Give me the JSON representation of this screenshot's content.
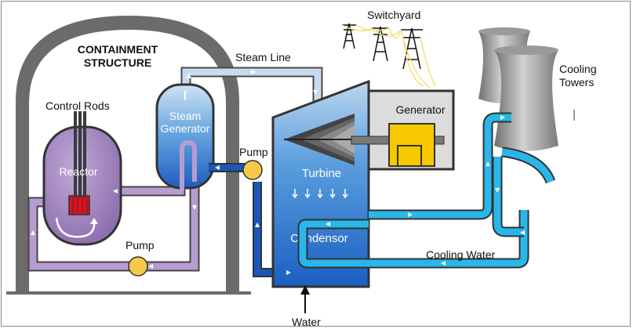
{
  "labels": {
    "containment_line1": "CONTAINMENT",
    "containment_line2": "STRUCTURE",
    "steam_line": "Steam Line",
    "switchyard": "Switchyard",
    "cooling_towers_line1": "Cooling",
    "cooling_towers_line2": "Towers",
    "control_rods": "Control Rods",
    "steam_generator_line1": "Steam",
    "steam_generator_line2": "Generator",
    "reactor": "Reactor",
    "pump_upper": "Pump",
    "pump_lower": "Pump",
    "turbine": "Turbine",
    "generator": "Generator",
    "condensor": "Condensor",
    "cooling_water": "Cooling Water",
    "water": "Water"
  },
  "colors": {
    "containment_wall": "#6b6b6b",
    "reactor_vessel": "#a98fbf",
    "reactor_core": "#e0101e",
    "primary_pipe": "#b79cd0",
    "steam_pipe": "#c9dcef",
    "feedwater_pipe": "#1a57b8",
    "cooling_pipe": "#28b7e8",
    "pump": "#f6c94a",
    "turbine_casing": "#3a86d0",
    "generator_housing": "#dcdcdc",
    "generator_body": "#f5c800",
    "tower": "#8d8d8d",
    "power_lines": "#f2e27a"
  }
}
